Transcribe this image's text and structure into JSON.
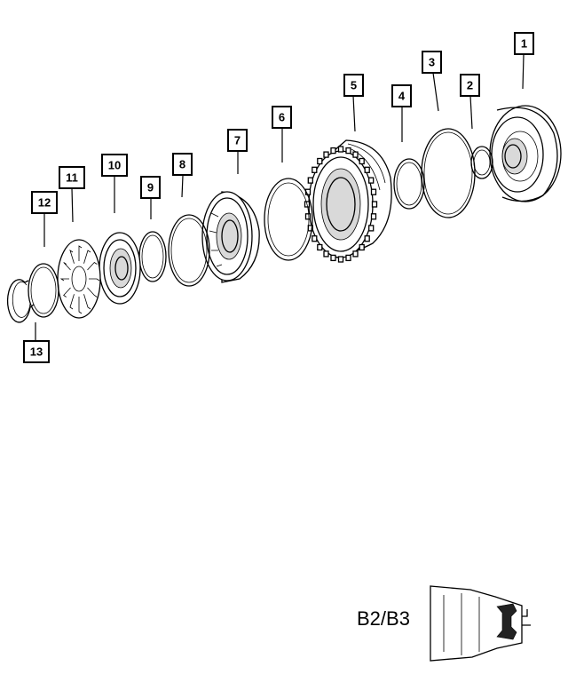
{
  "callouts": [
    {
      "id": "1",
      "label": "1"
    },
    {
      "id": "2",
      "label": "2"
    },
    {
      "id": "3",
      "label": "3"
    },
    {
      "id": "4",
      "label": "4"
    },
    {
      "id": "5",
      "label": "5"
    },
    {
      "id": "6",
      "label": "6"
    },
    {
      "id": "7",
      "label": "7"
    },
    {
      "id": "8",
      "label": "8"
    },
    {
      "id": "9",
      "label": "9"
    },
    {
      "id": "10",
      "label": "10"
    },
    {
      "id": "11",
      "label": "11"
    },
    {
      "id": "12",
      "label": "12"
    },
    {
      "id": "13",
      "label": "13"
    }
  ],
  "variant_label": "B2/B3",
  "colors": {
    "line": "#000000",
    "background": "#ffffff",
    "shade": "#d9d9d9"
  }
}
